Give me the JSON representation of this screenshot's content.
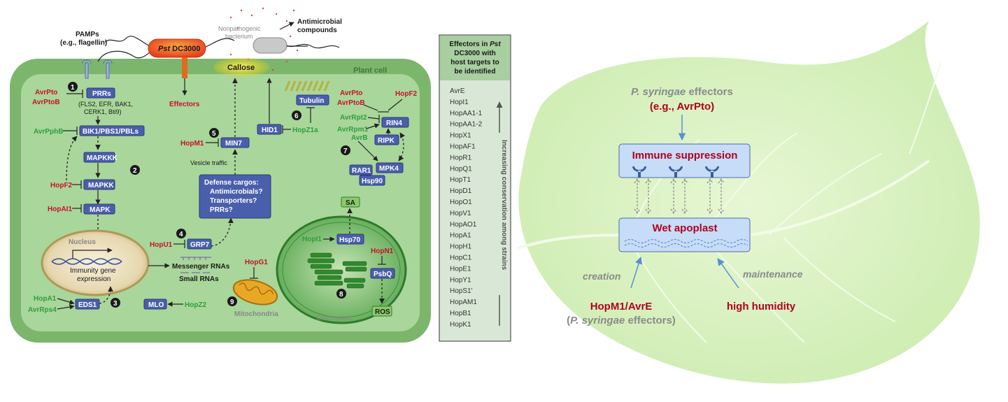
{
  "left_panel": {
    "pamps_label": "PAMPs",
    "pamps_sub": "(e.g., flagellin)",
    "pst_label": "Pst DC3000",
    "pst_italic": "Pst",
    "pst_rest": " DC3000",
    "nonpath_1": "Nonpathogenic",
    "nonpath_2": "bacterium",
    "antimicrobial_1": "Antimicrobial",
    "antimicrobial_2": "compounds",
    "plant_cell": "Plant cell",
    "callose": "Callose",
    "effectors": "Effectors",
    "prrs": "PRRs",
    "prrs_sub_1": "(FLS2, EFR, BAK1,",
    "prrs_sub_2": "CERK1, Bti9)",
    "avrpto": "AvrPto",
    "avrptob": "AvrPtoB",
    "avrpphb": "AvrPphB",
    "bik1": "BIK1/PBS1/PBLs",
    "mapkkk": "MAPKKK",
    "mapkk": "MAPKK",
    "mapk": "MAPK",
    "hopf2": "HopF2",
    "hopai1": "HopAI1",
    "hopm1": "HopM1",
    "min7": "MIN7",
    "vesicle": "Vesicle traffic",
    "hid1": "HID1",
    "hopz1a": "HopZ1a",
    "tubulin": "Tubulin",
    "avrpto_r": "AvrPto",
    "avrptob_r": "AvrPtoB",
    "hopf2_r": "HopF2",
    "avrrpt2": "AvrRpt2",
    "avrrpm1": "AvrRpm1",
    "avrb": "AvrB",
    "rin4": "RIN4",
    "ripk": "RIPK",
    "rar1": "RAR1",
    "mpk4": "MPK4",
    "hsp90": "Hsp90",
    "cargo_1": "Defense cargos:",
    "cargo_2": "Antimicrobials?",
    "cargo_3": "Transporters?",
    "cargo_4": "PRRs?",
    "nucleus": "Nucleus",
    "immunity_1": "Immunity gene",
    "immunity_2": "expression",
    "hopu1": "HopU1",
    "grp7": "GRP7",
    "mrna": "Messenger RNAs",
    "srna": "Small RNAs",
    "hopa1": "HopA1",
    "avrrps4": "AvrRps4",
    "eds1": "EDS1",
    "mlo": "MLO",
    "hopz2": "HopZ2",
    "hopg1": "HopG1",
    "mito": "Mitochondria",
    "chloro": "Chloroplast",
    "sa": "SA",
    "hopi1": "HopI1",
    "hsp70": "Hsp70",
    "hopn1": "HopN1",
    "psbq": "PsbQ",
    "ros": "ROS",
    "num1": "1",
    "num2": "2",
    "num3": "3",
    "num4": "4",
    "num5": "5",
    "num6": "6",
    "num7": "7",
    "num8": "8",
    "num9": "9"
  },
  "effector_panel": {
    "header_1": "Effectors in ",
    "header_1_italic": "Pst",
    "header_2": "DC3000 with",
    "header_3": "host targets to",
    "header_4": "be identified",
    "items": [
      "AvrE",
      "HopI1",
      "HopAA1-1",
      "HopAA1-2",
      "HopX1",
      "HopAF1",
      "HopR1",
      "HopQ1",
      "HopT1",
      "HopD1",
      "HopO1",
      "HopV1",
      "HopAO1",
      "HopA1",
      "HopH1",
      "HopC1",
      "HopE1",
      "HopY1",
      "HopS1'",
      "HopAM1",
      "HopB1",
      "HopK1"
    ],
    "arrow_label": "Increasing conservation among strains"
  },
  "right_panel": {
    "effectors_italic": "P. syringae",
    "effectors_rest": " effectors",
    "eg": "(e.g., AvrPto)",
    "immune": "Immune suppression",
    "wet": "Wet apoplast",
    "creation": "creation",
    "maintenance": "maintenance",
    "hopm1_avre": "HopM1/AvrE",
    "psyr_open": "(",
    "psyr_italic": "P. syringae",
    "psyr_rest": " effectors)",
    "humidity": "high humidity"
  },
  "colors": {
    "cell_green": "#7cb66c",
    "cell_inner": "#a9d69a",
    "box_blue": "#4a5fab",
    "effector_red": "#c8102e",
    "effector_green": "#2e9e3e",
    "leaf": "#d6f0bd",
    "apoplast_box": "#c7dcf7",
    "accent_red": "#b0001e"
  }
}
